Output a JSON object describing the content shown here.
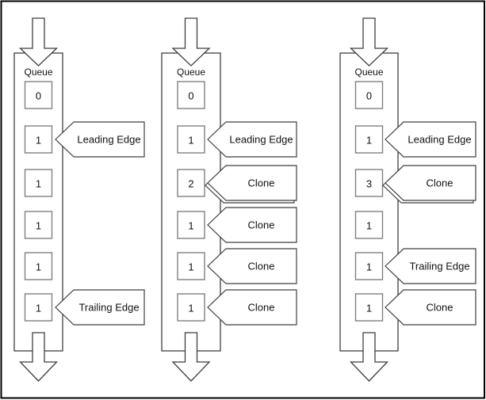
{
  "diagram": {
    "columns": [
      {
        "title": "Queue",
        "cells": [
          "0",
          "1",
          "1",
          "1",
          "1",
          "1"
        ],
        "callouts": [
          {
            "label": "Leading Edge"
          },
          {
            "label": "Trailing Edge"
          }
        ]
      },
      {
        "title": "Queue",
        "cells": [
          "0",
          "1",
          "2",
          "1",
          "1",
          "1"
        ],
        "callouts": [
          {
            "label": "Leading Edge"
          },
          {
            "label": "Clone"
          },
          {
            "label": "Clone"
          },
          {
            "label": "Clone"
          },
          {
            "label": "Clone"
          }
        ]
      },
      {
        "title": "Queue",
        "cells": [
          "0",
          "1",
          "3",
          "1",
          "1",
          "1"
        ],
        "callouts": [
          {
            "label": "Leading Edge"
          },
          {
            "label": "Clone"
          },
          {
            "label": "Trailing Edge"
          },
          {
            "label": "Clone"
          }
        ]
      }
    ],
    "colors": {
      "page_border": "#000000",
      "outline": "#3f3f3f",
      "cell_border": "#808080"
    }
  }
}
